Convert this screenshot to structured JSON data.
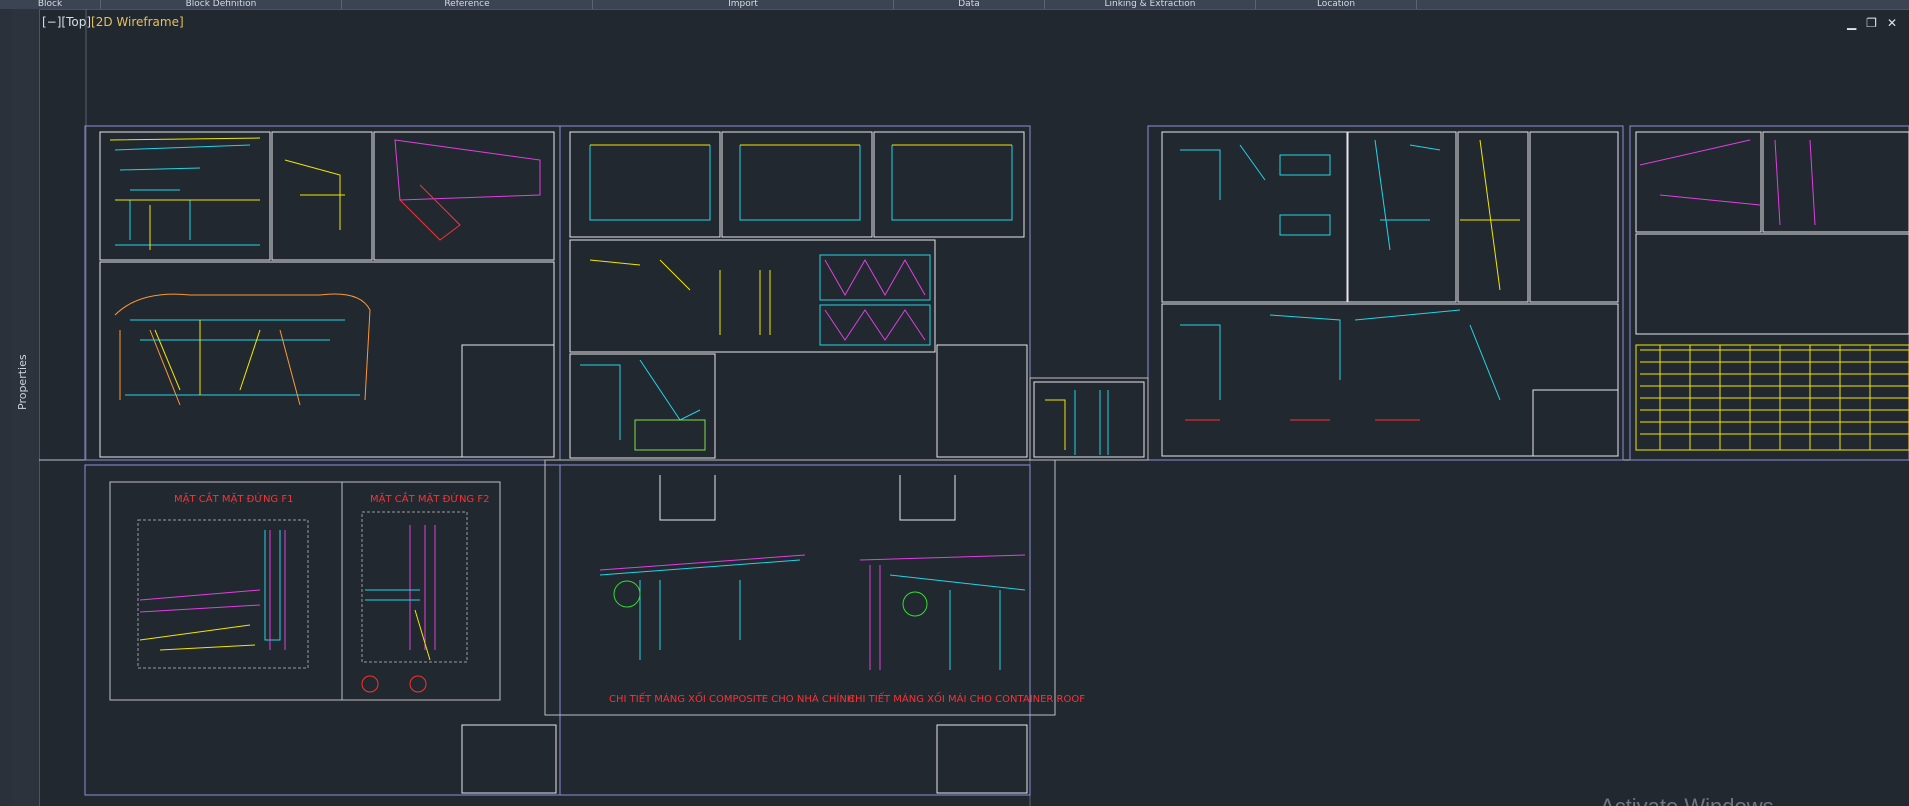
{
  "ribbon": {
    "panels": [
      "Block",
      "Block Definition",
      "Reference",
      "Import",
      "Data",
      "Linking & Extraction",
      "Location"
    ]
  },
  "palette": {
    "label": "Properties"
  },
  "viewport": {
    "controls_label": "[−][Top]",
    "visual_style": "[2D Wireframe]",
    "minimize_symbol": "▁",
    "restore_symbol": "❐",
    "close_symbol": "✕"
  },
  "sheets": {
    "section_f1_title": "MẶT CẮT MẶT ĐỨNG F1",
    "section_f2_title": "MẶT CẮT MẶT ĐỨNG F2",
    "gutter_composite_title": "CHI TIẾT MÁNG XỐI COMPOSITE CHO NHÀ CHÍNH",
    "gutter_container_title": "CHI TIẾT MÁNG XỐI MÁI CHO CONTAINER ROOF"
  },
  "watermark": {
    "text": "Activate Windows"
  },
  "colors": {
    "background": "#212830",
    "frame": "#8a8fd6",
    "yellow": "#f2e600",
    "cyan": "#22d4e6",
    "red": "#ff3030",
    "magenta": "#e040e0",
    "white": "#e8e8e8"
  }
}
